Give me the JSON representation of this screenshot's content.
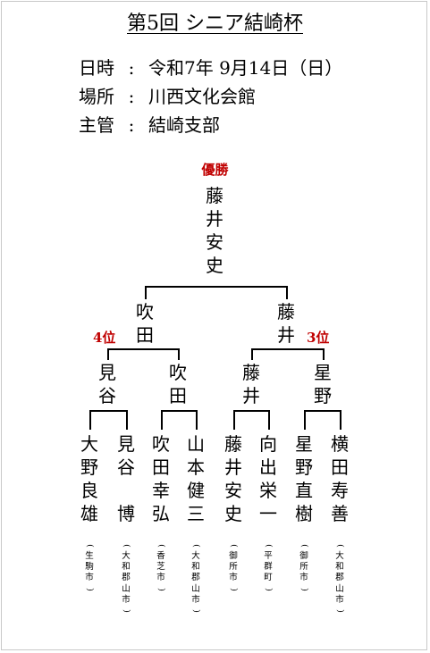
{
  "title": "第5回 シニア結崎杯",
  "info": [
    {
      "label": "日時",
      "separator": ":",
      "value": "令和7年 9月14日（日）"
    },
    {
      "label": "場所",
      "separator": ":",
      "value": "川西文化会館"
    },
    {
      "label": "主管",
      "separator": ":",
      "value": "結崎支部"
    }
  ],
  "bracket": {
    "winner_label": "優勝",
    "champion": "藤井安史",
    "final": [
      {
        "name": "吹田",
        "rank": "4位"
      },
      {
        "name": "藤井",
        "rank": "3位"
      }
    ],
    "semifinal": [
      {
        "name": "見谷"
      },
      {
        "name": "吹田"
      },
      {
        "name": "藤井"
      },
      {
        "name": "星野"
      }
    ],
    "players": [
      {
        "name": "大野良雄",
        "club": "生駒市"
      },
      {
        "name": "見谷　博",
        "club": "大和郡山市"
      },
      {
        "name": "吹田幸弘",
        "club": "香芝市"
      },
      {
        "name": "山本健三",
        "club": "大和郡山市"
      },
      {
        "name": "藤井安史",
        "club": "御所市"
      },
      {
        "name": "向出栄一",
        "club": "平群町"
      },
      {
        "name": "星野直樹",
        "club": "御所市"
      },
      {
        "name": "横田寿善",
        "club": "大和郡山市"
      }
    ]
  }
}
